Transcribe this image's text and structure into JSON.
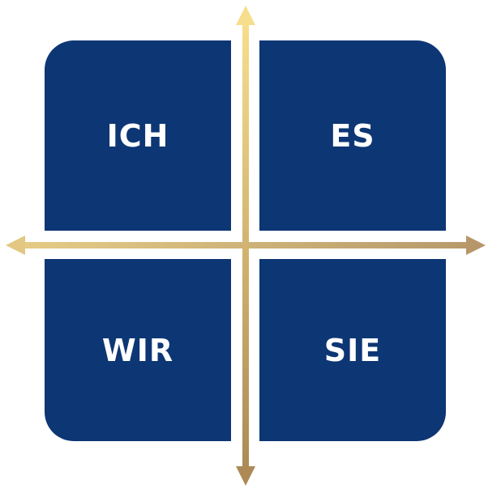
{
  "quadrants": {
    "top_left": "ICH",
    "top_right": "ES",
    "bottom_left": "WIR",
    "bottom_right": "SIE"
  },
  "colors": {
    "box": "#0d3674",
    "gold_light": "#f7de8c",
    "gold_dark": "#ad8a55"
  }
}
